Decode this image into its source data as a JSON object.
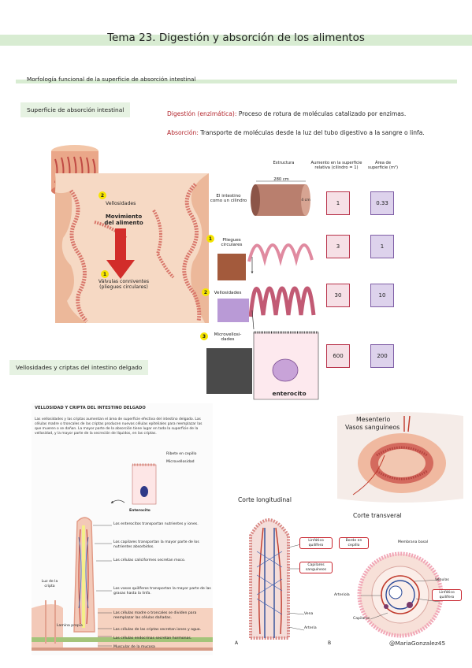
{
  "title": {
    "number": "Tema 23.",
    "text": " Digestión y absorción de los alimentos"
  },
  "section": "Morfología funcional de la superficie de absorción intestinal",
  "surface_label": "Superficie de absorción intestinal",
  "definitions": {
    "digestion_term": "Digestión (enzimática):",
    "digestion_text": " Proceso de rotura de moléculas catalizado por enzimas.",
    "absorption_term": "Absorción:",
    "absorption_text": " Transporte de moléculas desde la luz del tubo digestivo a la sangre o linfa."
  },
  "intestine_figure": {
    "villi_label": "Vellosidades",
    "movement_label": "Movimiento del alimento",
    "valves_label": "Válvulas conniventes (pliegues circulares)",
    "badge_2": "2",
    "badge_1": "1"
  },
  "table": {
    "headers": [
      "Estructura",
      "Aumento en la superficie relativa (cilindro = 1)",
      "Área de superficie (m²)"
    ],
    "length_label": "280 cm",
    "diameter_label": "4 cm",
    "rows": [
      {
        "label": "El intestino como un cilindro",
        "badge": "",
        "rel": "1",
        "area": "0.33"
      },
      {
        "label": "Pliegues circulares",
        "badge": "1",
        "rel": "3",
        "area": "1"
      },
      {
        "label": "Vellosidades",
        "badge": "2",
        "rel": "30",
        "area": "10"
      },
      {
        "label": "Microvellosi-dades",
        "badge": "3",
        "rel": "600",
        "area": "200"
      }
    ],
    "enterocyte_label": "enterocito"
  },
  "villi_section_label": "Vellosidades y criptas del intestino delgado",
  "villi_panel": {
    "header": "VELLOSIDAD Y CRIPTA DEL INTESTINO DELGADO",
    "intro": "Las vellosidades y las criptas aumentan el área de superficie efectiva del intestino delgado. Las células madre o troncales de las criptas producen nuevas células epiteliales para reemplazar las que mueren o se dañan. La mayor parte de la absorción tiene lugar en toda la superficie de la vellosidad, y la mayor parte de la secreción de líquidos, en las criptas.",
    "brush_border": "Ribete en cepillo",
    "microvillus": "Microvellosidad",
    "enterocyte": "Enterocito",
    "notes": [
      "Los enterocitos transportan nutrientes y iones.",
      "Los capilares transportan la mayor parte de los nutrientes absorbidos.",
      "Las células caliciformes secretan moco.",
      "Los vasos quilíferos transportan la mayor parte de las grasas hasta la linfa.",
      "Las células madre o troncales se dividen para reemplazar las células dañadas.",
      "Las células de las criptas secretan iones y agua.",
      "Las células endocrinas secretan hormonas.",
      "Muscular de la mucosa"
    ],
    "crypt_lumen": "Luz de la cripta",
    "lamina_propria": "Lamina propia"
  },
  "mesentery": {
    "label1": "Mesenterio",
    "label2": "Vasos sanguíneos"
  },
  "longitudinal": {
    "title": "Corte longitudinal",
    "lacteal": "Linfático quilífero",
    "capillaries": "Capilares sanguíneos",
    "vein": "Vena",
    "artery": "Arteria",
    "letter": "A"
  },
  "transversal": {
    "title": "Corte transveral",
    "brush": "Borde en cepillo",
    "basal": "Membrana basal",
    "venules": "Vénulas",
    "lacteal": "Linfático quilífero",
    "arteriole": "Arteriola",
    "capillaries": "Capilares",
    "letter": "B"
  },
  "credit": "@MariaGonzalez45"
}
